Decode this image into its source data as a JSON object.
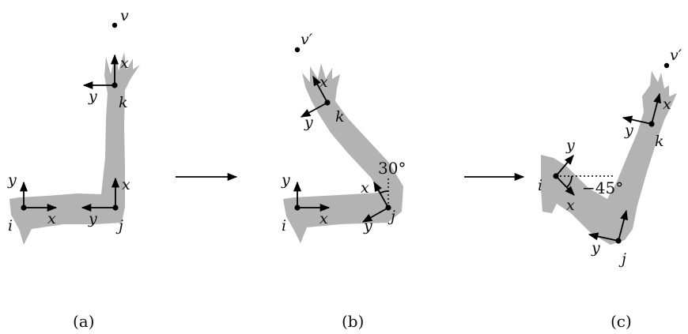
{
  "panels": [
    {
      "caption": "(a)",
      "joints": {
        "i": "i",
        "j": "j",
        "k": "k"
      },
      "target": "v",
      "axes": {
        "x": "x",
        "y": "y"
      }
    },
    {
      "caption": "(b)",
      "joints": {
        "i": "i",
        "j": "j",
        "k": "k"
      },
      "target": "v′",
      "axes": {
        "x": "x",
        "y": "y"
      },
      "angle": "30°"
    },
    {
      "caption": "(c)",
      "joints": {
        "i": "i",
        "j": "j",
        "k": "k"
      },
      "target": "v′",
      "axes": {
        "x": "x",
        "y": "y"
      },
      "angle": "−45°"
    }
  ]
}
